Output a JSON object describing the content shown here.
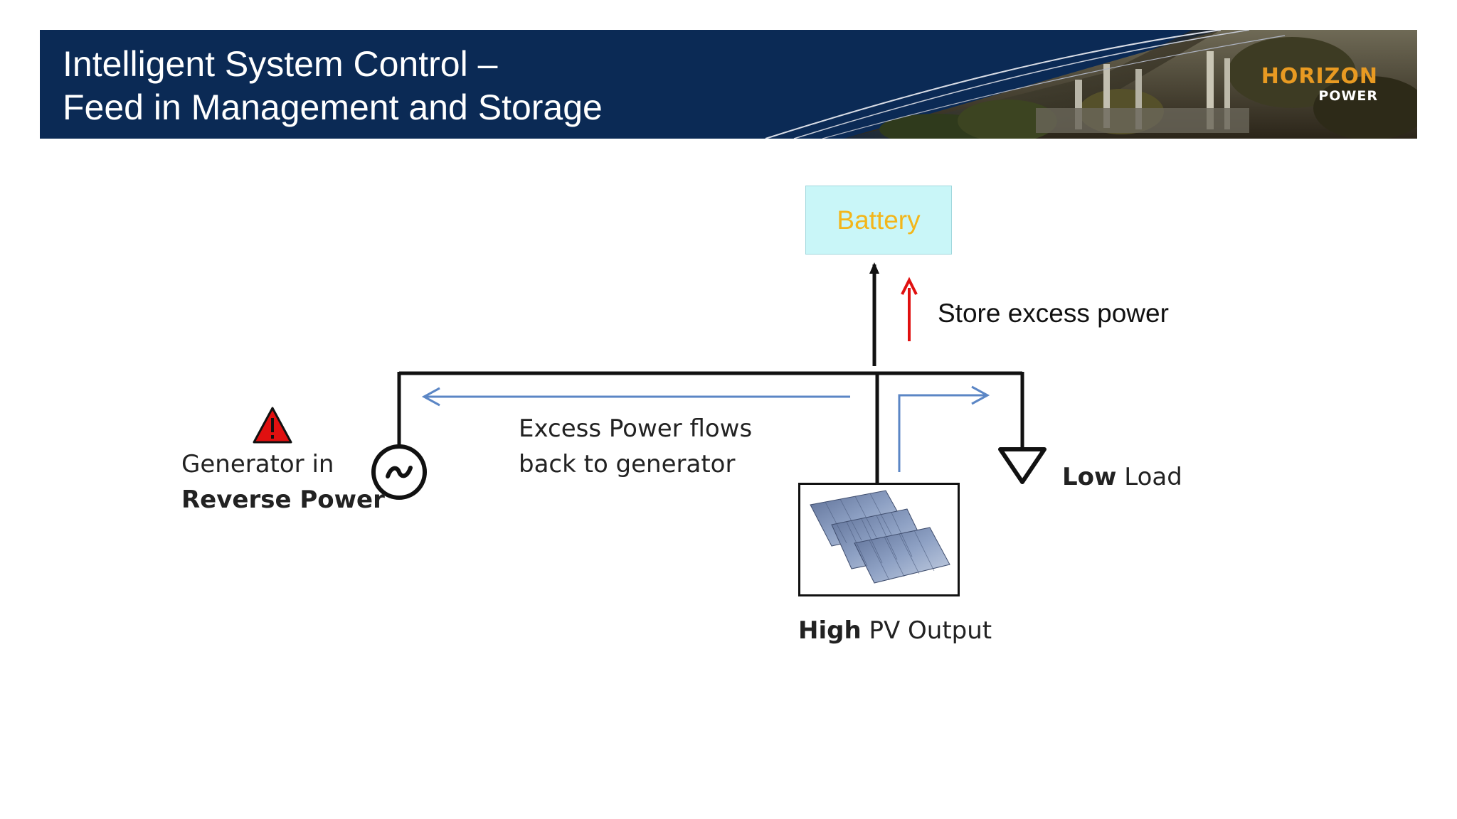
{
  "header": {
    "title_line1": "Intelligent System Control –",
    "title_line2": "Feed in Management and Storage",
    "logo_main": "HORIZON",
    "logo_sub": "POWER"
  },
  "diagram": {
    "battery_label": "Battery",
    "store_label": "Store excess power",
    "excess_line1": "Excess Power flows",
    "excess_line2": "back to generator",
    "generator_line1": "Generator in",
    "generator_line2": "Reverse Power",
    "load_bold": "Low",
    "load_rest": " Load",
    "pv_bold": "High",
    "pv_rest": " PV Output"
  },
  "colors": {
    "banner": "#0b2a55",
    "battery_fill": "#c9f6f8",
    "battery_text": "#f3b61a",
    "flow_arrow": "#5b86c5",
    "store_arrow": "#e01010",
    "warning": "#e01010"
  },
  "icons": [
    "warning-icon",
    "ac-generator-icon",
    "load-icon",
    "solar-panel-icon"
  ]
}
